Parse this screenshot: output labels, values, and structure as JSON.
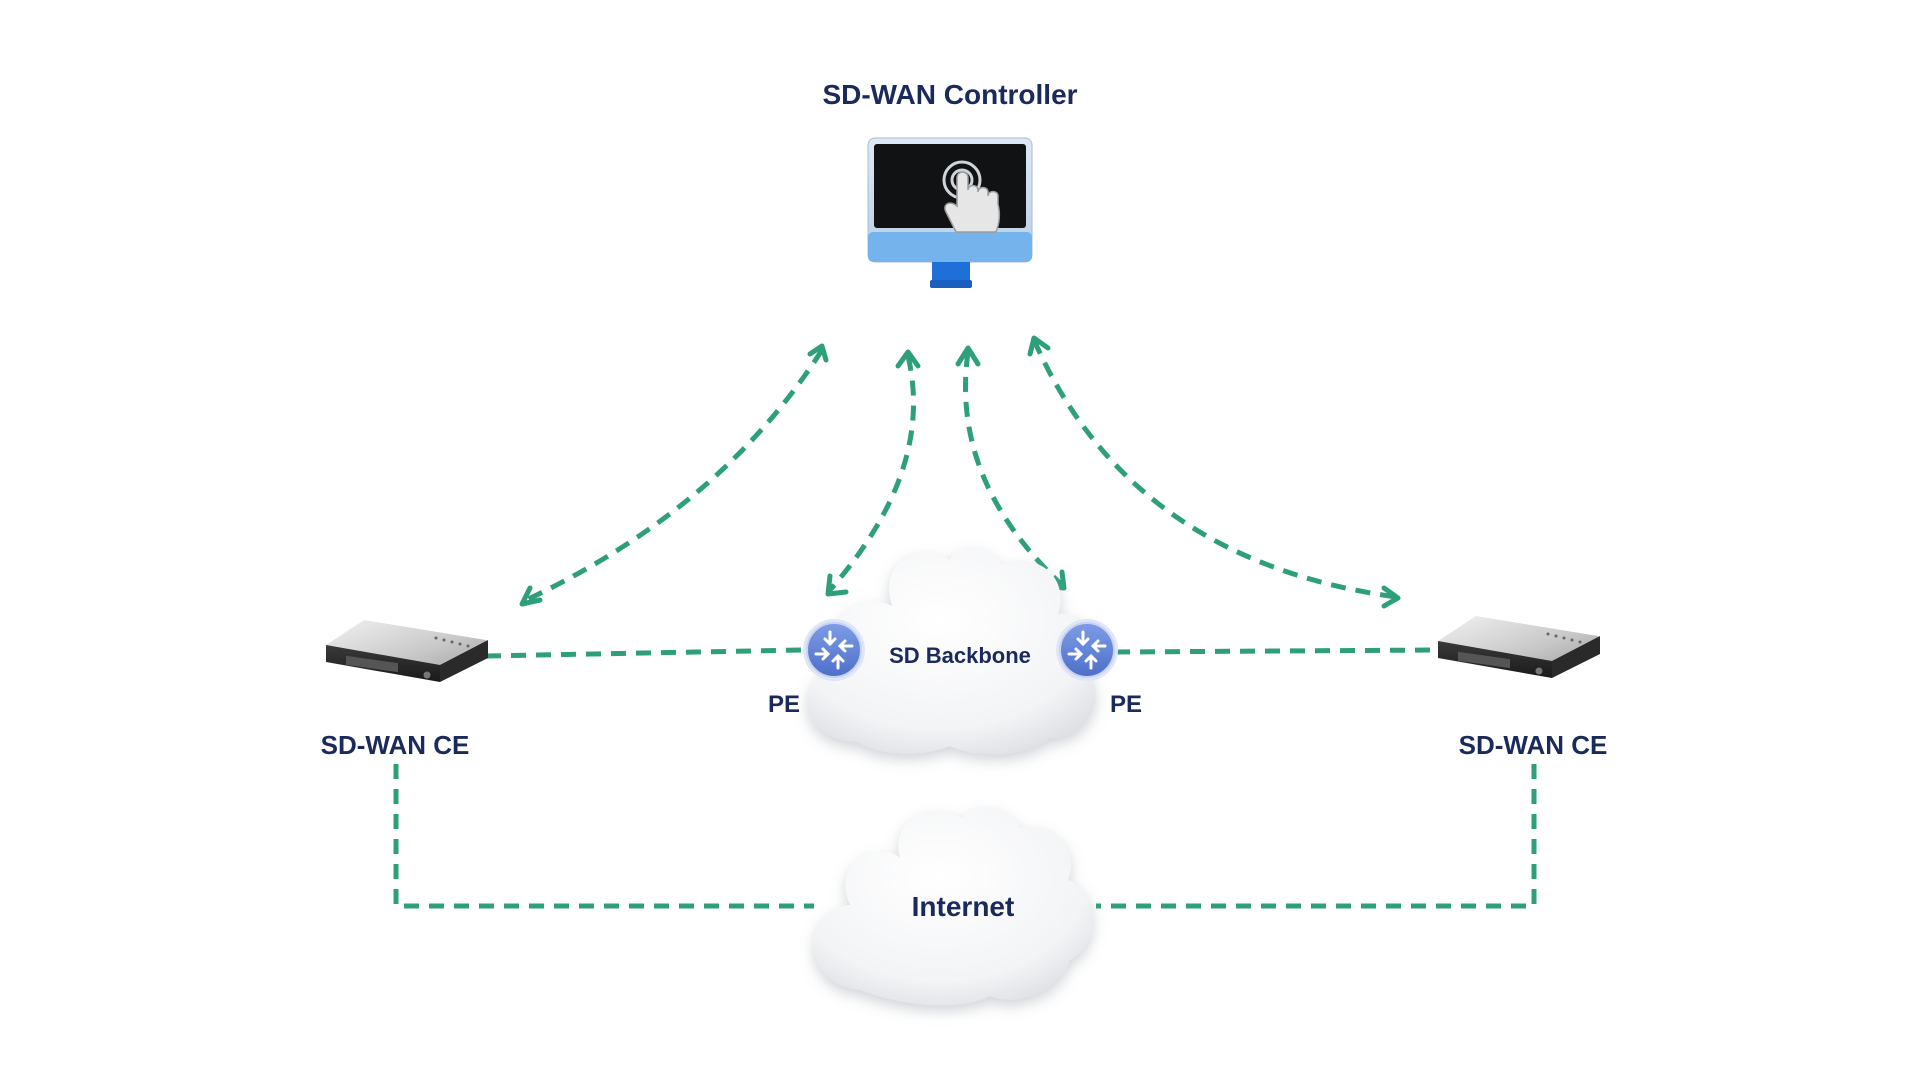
{
  "labels": {
    "controller": "SD-WAN Controller",
    "backbone": "SD Backbone",
    "pe_left": "PE",
    "pe_right": "PE",
    "ce_left": "SD-WAN CE",
    "ce_right": "SD-WAN CE",
    "internet": "Internet"
  },
  "colors": {
    "link": "#2e9f7b",
    "label": "#1b2a5c",
    "pe_router": "#6f8fdc",
    "monitor_frame": "#74b3ec",
    "monitor_stand": "#1f6fd8"
  },
  "icons": {
    "controller": "monitor-touch-icon",
    "ce": "router-device-icon",
    "pe": "pe-router-icon",
    "cloud": "cloud-icon"
  }
}
